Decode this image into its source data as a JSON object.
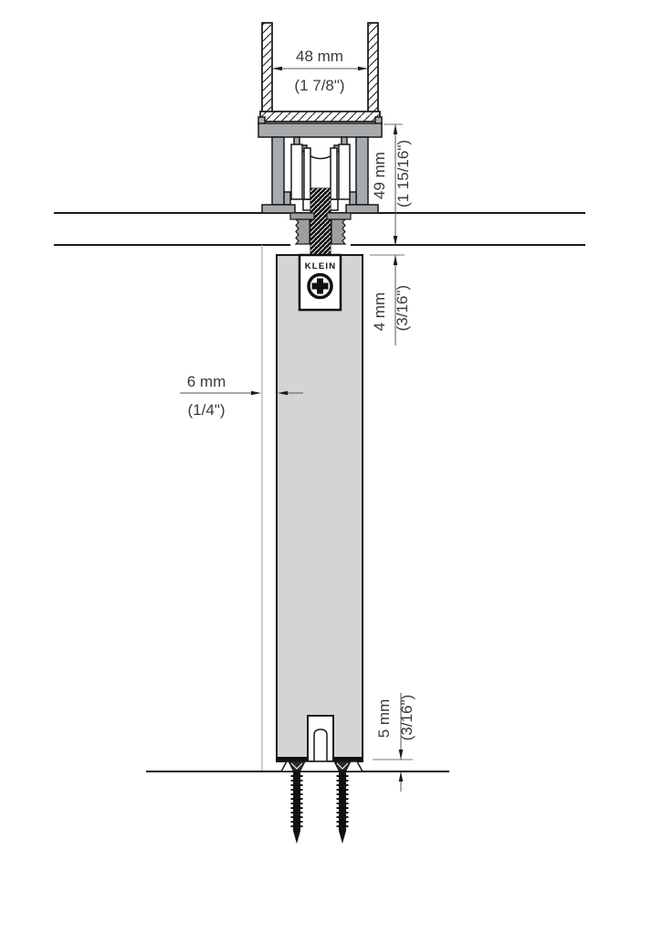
{
  "brand_label": "KLEIN",
  "colors": {
    "aluminum_gray": "#a8abad",
    "door_gray": "#d3d5d4",
    "grommet_gray": "#9c9fa1",
    "line_black": "#1a1a1a"
  },
  "dimensions": {
    "channel_width": {
      "metric": "48 mm",
      "imperial": "(1 7/8\")"
    },
    "track_height": {
      "metric": "49 mm",
      "imperial": "(1 15/16\")"
    },
    "top_clearance": {
      "metric": "4 mm",
      "imperial": "(3/16\")"
    },
    "side_clearance": {
      "metric": "6 mm",
      "imperial": "(1/4\")"
    },
    "bottom_clearance": {
      "metric": "5 mm",
      "imperial": "(3/16\")"
    }
  }
}
